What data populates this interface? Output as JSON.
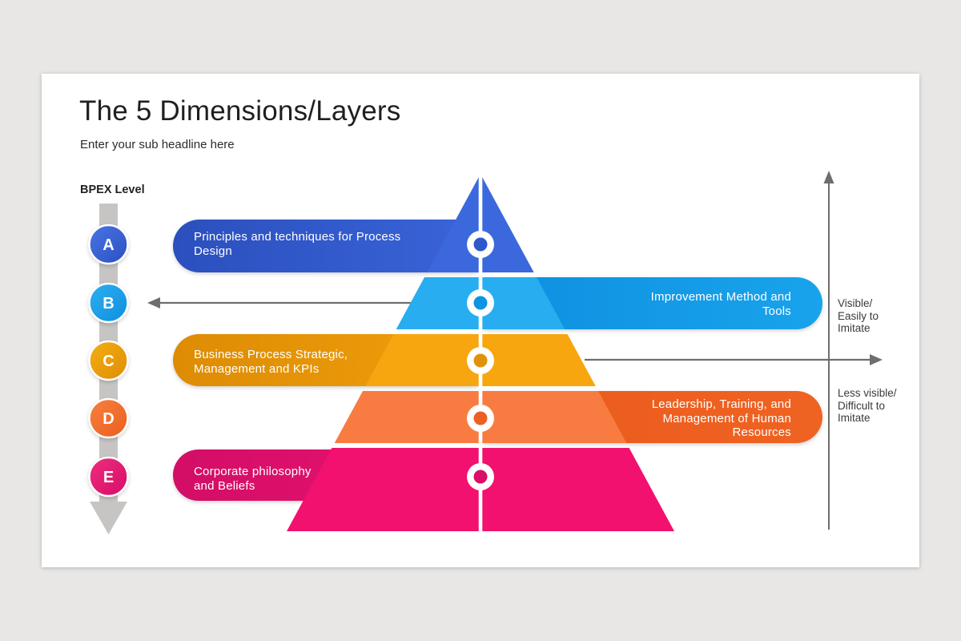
{
  "header": {
    "title": "The 5 Dimensions/Layers",
    "subtitle": "Enter your sub headline here"
  },
  "rail": {
    "label": "BPEX Level",
    "arrow_color": "#c6c5c4",
    "levels": [
      {
        "letter": "A",
        "color_light": "#4a74e4",
        "color_dark": "#2b50c0"
      },
      {
        "letter": "B",
        "color_light": "#2fb0f0",
        "color_dark": "#0d8ede"
      },
      {
        "letter": "C",
        "color_light": "#f5ae12",
        "color_dark": "#dd8d04"
      },
      {
        "letter": "D",
        "color_light": "#f8803f",
        "color_dark": "#e95f1e"
      },
      {
        "letter": "E",
        "color_light": "#ee2d7f",
        "color_dark": "#d60d66"
      }
    ]
  },
  "layers": [
    {
      "letter": "A",
      "side": "left",
      "label_lines": [
        "Principles and techniques for Process",
        "Design"
      ],
      "section_color": "#3c68de",
      "bar_dark": "#2b4fbe",
      "bar_light": "#3a65da",
      "ring_color": "#2f58cc"
    },
    {
      "letter": "B",
      "side": "right",
      "label_lines": [
        "Improvement Method and",
        "Tools"
      ],
      "section_color": "#27adf0",
      "bar_dark": "#0d8edf",
      "bar_light": "#19a3ec",
      "ring_color": "#0f94e2"
    },
    {
      "letter": "C",
      "side": "left",
      "label_lines": [
        "Business Process Strategic,",
        "Management and KPIs"
      ],
      "section_color": "#f8a60f",
      "bar_dark": "#dd8c04",
      "bar_light": "#f2a00c",
      "ring_color": "#e0920a"
    },
    {
      "letter": "D",
      "side": "right",
      "label_lines": [
        "Leadership, Training, and",
        "Management of Human",
        "Resources"
      ],
      "section_color": "#f87c42",
      "bar_dark": "#ea5a1c",
      "bar_light": "#ef6322",
      "ring_color": "#ec6123"
    },
    {
      "letter": "E",
      "side": "left",
      "label_lines": [
        "Corporate philosophy",
        "and Beliefs"
      ],
      "section_color": "#f2116e",
      "bar_dark": "#d30e66",
      "bar_light": "#ea1271",
      "ring_color": "#d90f69"
    }
  ],
  "annotations": {
    "upper_right_lines": [
      "Visible/",
      "Easily to",
      "Imitate"
    ],
    "lower_right_lines": [
      "Less visible/",
      "Difficult to",
      "Imitate"
    ],
    "axis_color": "#6e6e6e"
  }
}
